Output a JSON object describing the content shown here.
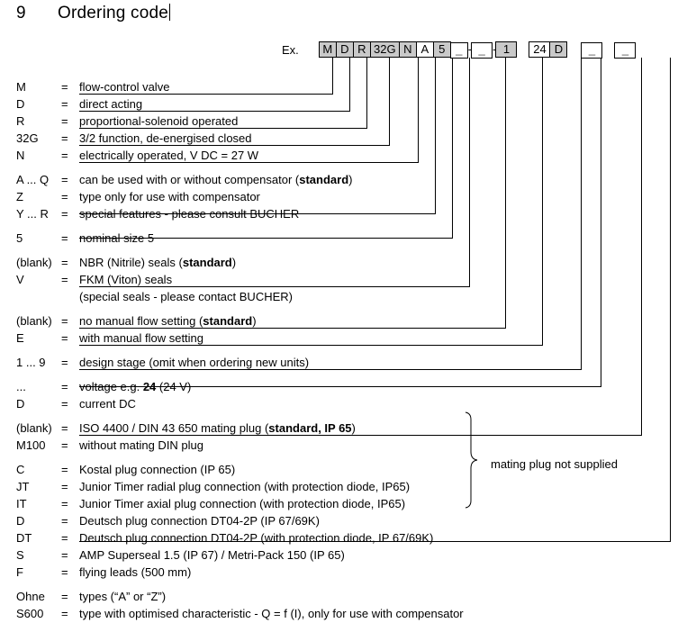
{
  "heading": {
    "number": "9",
    "title": "Ordering code"
  },
  "example": {
    "label": "Ex.",
    "boxes": [
      {
        "text": "M",
        "shaded": true,
        "width": "w1"
      },
      {
        "text": "D",
        "shaded": true,
        "width": "w1"
      },
      {
        "text": "R",
        "shaded": true,
        "width": "w1"
      },
      {
        "text": "32G",
        "shaded": true,
        "width": "w3"
      },
      {
        "text": "N",
        "shaded": true,
        "width": "w1"
      },
      {
        "text": "A",
        "shaded": false,
        "width": "w1"
      },
      {
        "text": "5",
        "shaded": true,
        "width": "w1"
      },
      {
        "text": "",
        "shaded": false,
        "width": "w1",
        "blank": true
      },
      {
        "separator": "-"
      },
      {
        "text": "",
        "shaded": false,
        "width": "w2",
        "blank": true
      },
      {
        "separator": "-"
      },
      {
        "text": "1",
        "shaded": true,
        "width": "w2"
      },
      {
        "gap": "md"
      },
      {
        "text": "24",
        "shaded": false,
        "width": "w2"
      },
      {
        "text": "D",
        "shaded": true,
        "width": "w1"
      },
      {
        "gap": "lg"
      },
      {
        "text": "",
        "shaded": false,
        "width": "w2",
        "blank": true
      },
      {
        "gap": "md"
      },
      {
        "text": "",
        "shaded": false,
        "width": "w2",
        "blank": true
      }
    ]
  },
  "equals": "=",
  "legend": [
    {
      "code": "M",
      "desc": "flow-control valve"
    },
    {
      "code": "D",
      "desc": "direct acting"
    },
    {
      "code": "R",
      "desc": "proportional-solenoid operated"
    },
    {
      "code": "32G",
      "desc": "3/2 function, de-energised closed"
    },
    {
      "code": "N",
      "desc": "electrically operated, V DC = 27  W"
    },
    {
      "code": "A ... Q",
      "desc": "can be used with or without compensator (",
      "bold": "standard",
      "desc_tail": ")"
    },
    {
      "code": "Z",
      "desc": "type only for use with compensator"
    },
    {
      "code": "Y ... R",
      "desc": "special features - please consult BUCHER"
    },
    {
      "code": "5",
      "desc": "nominal size 5"
    },
    {
      "code": "(blank)",
      "desc": "NBR (Nitrile) seals  (",
      "bold": "standard",
      "desc_tail": ")"
    },
    {
      "code": "V",
      "desc": "FKM (Viton) seals"
    },
    {
      "code": "",
      "desc": "(special seals - please contact BUCHER)"
    },
    {
      "code": "(blank)",
      "desc": "no manual flow setting (",
      "bold": "standard",
      "desc_tail": ")"
    },
    {
      "code": "E",
      "desc": "with manual flow setting"
    },
    {
      "code": "1 ... 9",
      "desc": "design stage (omit when ordering new units)"
    },
    {
      "code": "...",
      "desc": "voltage e.g. ",
      "bold": "24",
      "desc_tail": " (24 V)"
    },
    {
      "code": "D",
      "desc": "current  DC"
    },
    {
      "code": "(blank)",
      "desc": "ISO 4400 / DIN 43 650 mating plug (",
      "bold": "standard, IP 65",
      "desc_tail": ")"
    },
    {
      "code": "M100",
      "desc": "without mating DIN plug"
    },
    {
      "code": "C",
      "desc": "Kostal plug connection (IP 65)"
    },
    {
      "code": "JT",
      "desc": "Junior Timer radial plug connection (with protection diode, IP65)"
    },
    {
      "code": "IT",
      "desc": "Junior Timer axial plug connection (with protection diode, IP65)"
    },
    {
      "code": "D",
      "desc": "Deutsch plug connection DT04-2P (IP 67/69K)"
    },
    {
      "code": "DT",
      "desc": "Deutsch plug connection DT04-2P (with protection diode, IP 67/69K)"
    },
    {
      "code": "S",
      "desc": "AMP Superseal 1.5 (IP 67) / Metri-Pack 150 (IP 65)"
    },
    {
      "code": "F",
      "desc": "flying leads (500 mm)"
    },
    {
      "code": "Ohne",
      "desc": "types (“A” or “Z”)"
    },
    {
      "code": "S600",
      "desc": "type with optimised characteristic - Q = f (I), only for use with compensator"
    }
  ],
  "brace_note": "mating plug not supplied"
}
